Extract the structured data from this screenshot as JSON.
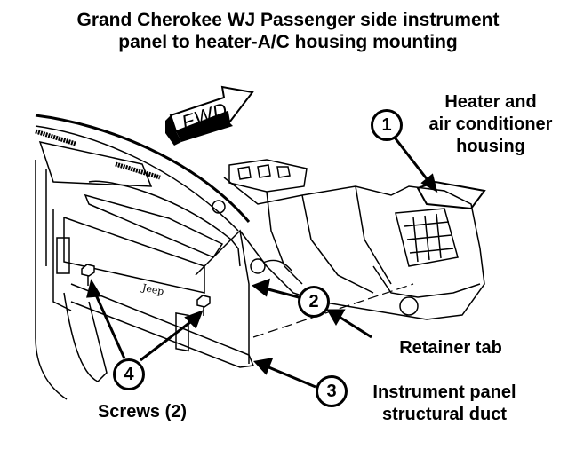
{
  "title": {
    "line1": "Grand Cherokee WJ Passenger side instrument",
    "line2": "panel to heater-A/C housing mounting"
  },
  "direction_indicator": {
    "label": "FWD",
    "icon": "forward-arrow-icon"
  },
  "callouts": [
    {
      "number": "1",
      "label_lines": [
        "Heater and",
        "air conditioner",
        "housing"
      ]
    },
    {
      "number": "2",
      "label_lines": [
        "Retainer tab"
      ]
    },
    {
      "number": "3",
      "label_lines": [
        "Instrument panel",
        "structural duct"
      ]
    },
    {
      "number": "4",
      "label_lines": [
        "Screws (2)"
      ]
    }
  ],
  "dash_badge": "Jeep"
}
